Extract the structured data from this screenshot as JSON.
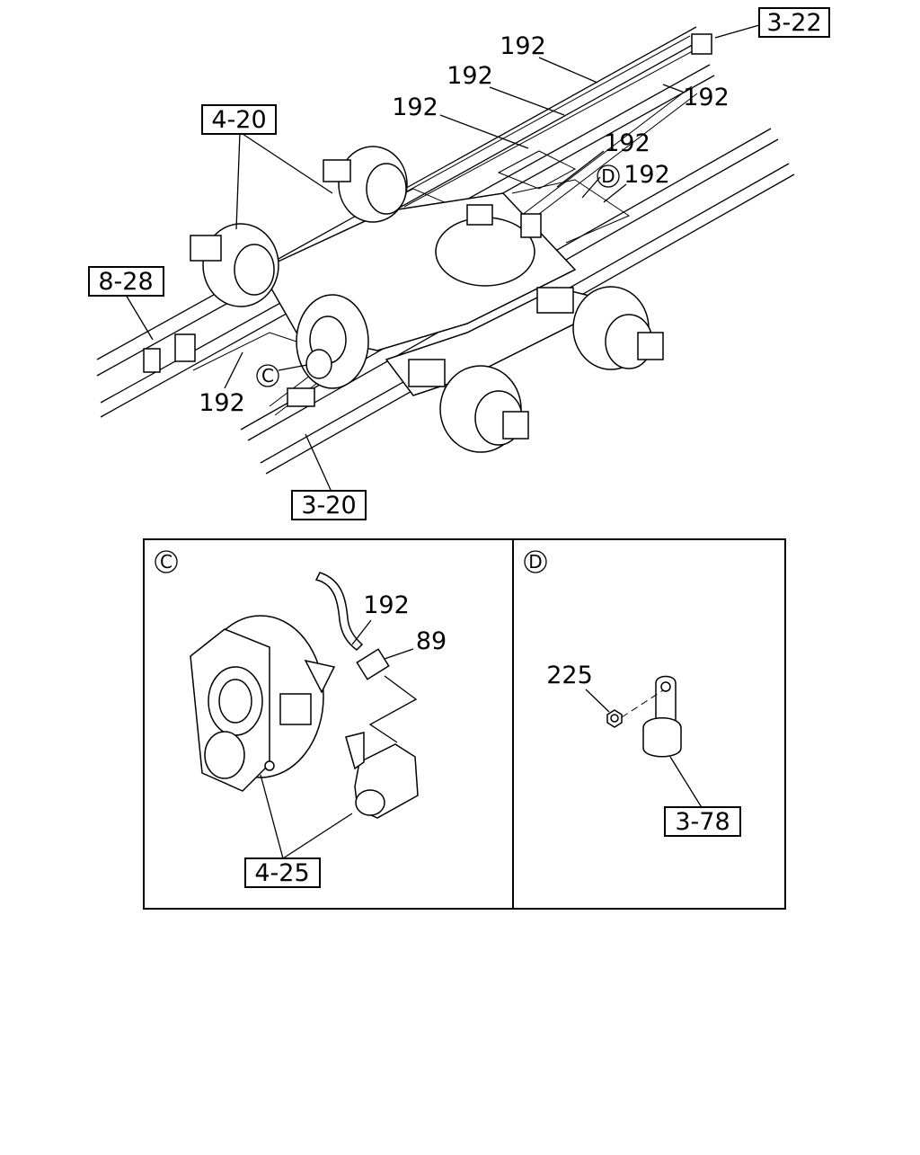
{
  "refs": {
    "r_3_22": "3-22",
    "r_4_20": "4-20",
    "r_8_28": "8-28",
    "r_3_20": "3-20",
    "r_4_25": "4-25",
    "r_3_78": "3-78"
  },
  "parts": {
    "p192_a": "192",
    "p192_b": "192",
    "p192_c": "192",
    "p192_d": "192",
    "p192_e": "192",
    "p192_f": "192",
    "p192_g": "192",
    "p192_detail": "192",
    "p89": "89",
    "p225": "225"
  },
  "callouts": {
    "c_main": "C",
    "d_main": "D",
    "c_panel": "C",
    "d_panel": "D"
  },
  "colors": {
    "line": "#000000",
    "background": "#ffffff"
  }
}
